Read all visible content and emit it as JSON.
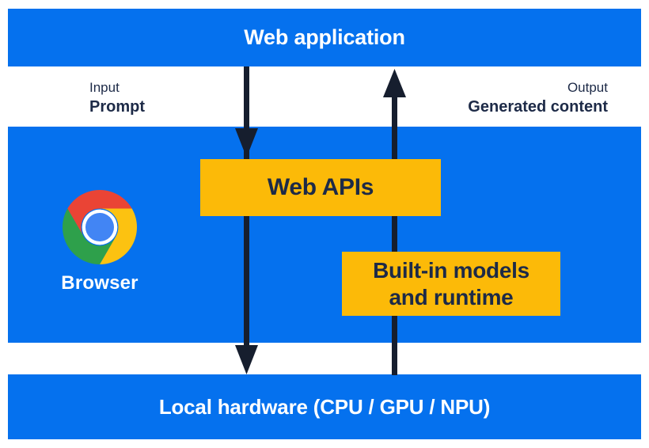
{
  "diagram_title": "Web application to local hardware AI flow",
  "colors": {
    "blue": "#0571ee",
    "yellow": "#fcba08",
    "navy": "#1d2a47",
    "arrow": "#161e2e",
    "white": "#ffffff",
    "chrome_red": "#ea4435",
    "chrome_yellow": "#fcc211",
    "chrome_green": "#2ea04b",
    "chrome_blue": "#4285f4"
  },
  "layers": {
    "web_application": {
      "label": "Web application"
    },
    "io": {
      "input_caption": "Input",
      "input_value": "Prompt",
      "output_caption": "Output",
      "output_value": "Generated content"
    },
    "browser": {
      "label": "Browser",
      "icon": "chrome-icon",
      "web_apis_label": "Web APIs",
      "builtin_line1": "Built-in models",
      "builtin_line2": "and runtime"
    },
    "local_hardware": {
      "label": "Local hardware (CPU / GPU / NPU)"
    }
  },
  "arrows": {
    "down_arrow": "prompt flow: web application → web apis → local hardware",
    "up_arrow": "generated content flow: local hardware → built-in models → web application"
  }
}
